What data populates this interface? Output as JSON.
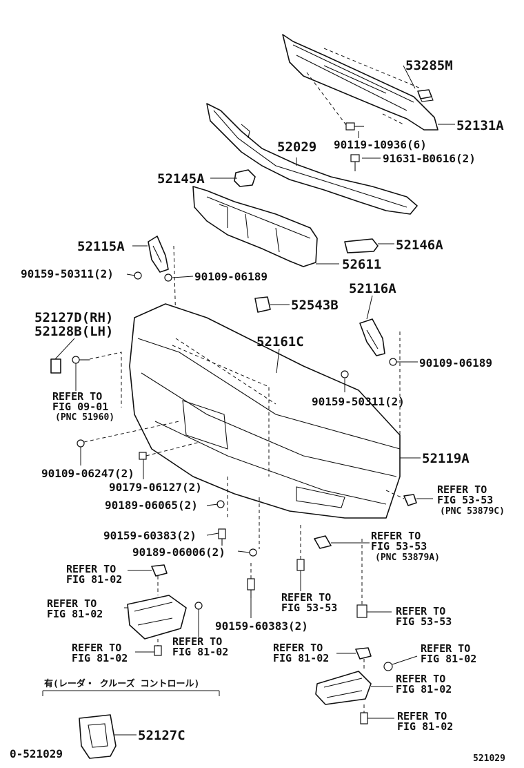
{
  "labels": {
    "p53285M": "53285M",
    "p52131A": "52131A",
    "p90119": "90119-10936(6)",
    "p91631": "91631-B0616(2)",
    "p52029": "52029",
    "p52145A": "52145A",
    "p52146A": "52146A",
    "p52611": "52611",
    "p52115A": "52115A",
    "p90159_50311_left": "90159-50311(2)",
    "p90109_06189_left": "90109-06189",
    "p52543B": "52543B",
    "p52116A": "52116A",
    "p52127D": "52127D(RH)",
    "p52128B": "52128B(LH)",
    "p52161C": "52161C",
    "p90109_06189_right": "90109-06189",
    "p90159_50311_right": "90159-50311(2)",
    "p52119A": "52119A",
    "p90109_06247": "90109-06247(2)",
    "p90179": "90179-06127(2)",
    "p90189_06065": "90189-06065(2)",
    "p90159_60383_a": "90159-60383(2)",
    "p90189_06006": "90189-06006(2)",
    "p90159_60383_b": "90159-60383(2)",
    "p52127C": "52127C"
  },
  "refs": {
    "fig0901_a": "REFER TO",
    "fig0901_b": "FIG 09-01",
    "fig0901_c": "(PNC 51960)",
    "fig5353_a1": "REFER TO",
    "fig5353_a2": "FIG 53-53",
    "fig5353_a3": "(PNC 53879C)",
    "fig5353_b1": "REFER TO",
    "fig5353_b2": "FIG 53-53",
    "fig5353_b3": "(PNC 53879A)",
    "fig5353_c1": "REFER TO",
    "fig5353_c2": "FIG 53-53",
    "fig5353_d1": "REFER TO",
    "fig5353_d2": "FIG 53-53",
    "fig8102_a1": "REFER TO",
    "fig8102_a2": "FIG 81-02",
    "fig8102_b1": "REFER TO",
    "fig8102_b2": "FIG 81-02",
    "fig8102_c1": "REFER TO",
    "fig8102_c2": "FIG 81-02",
    "fig8102_d1": "REFER TO",
    "fig8102_d2": "FIG 81-02",
    "fig8102_e1": "REFER TO",
    "fig8102_e2": "FIG 81-02",
    "fig8102_f1": "REFER TO",
    "fig8102_f2": "FIG 81-02",
    "fig8102_g1": "REFER TO",
    "fig8102_g2": "FIG 81-02",
    "fig8102_h1": "REFER TO",
    "fig8102_h2": "FIG 81-02"
  },
  "section_note": "有(レーダ・ クルーズ コントロール)",
  "footer": {
    "left_code": "0-521029",
    "right_code": "521029"
  }
}
